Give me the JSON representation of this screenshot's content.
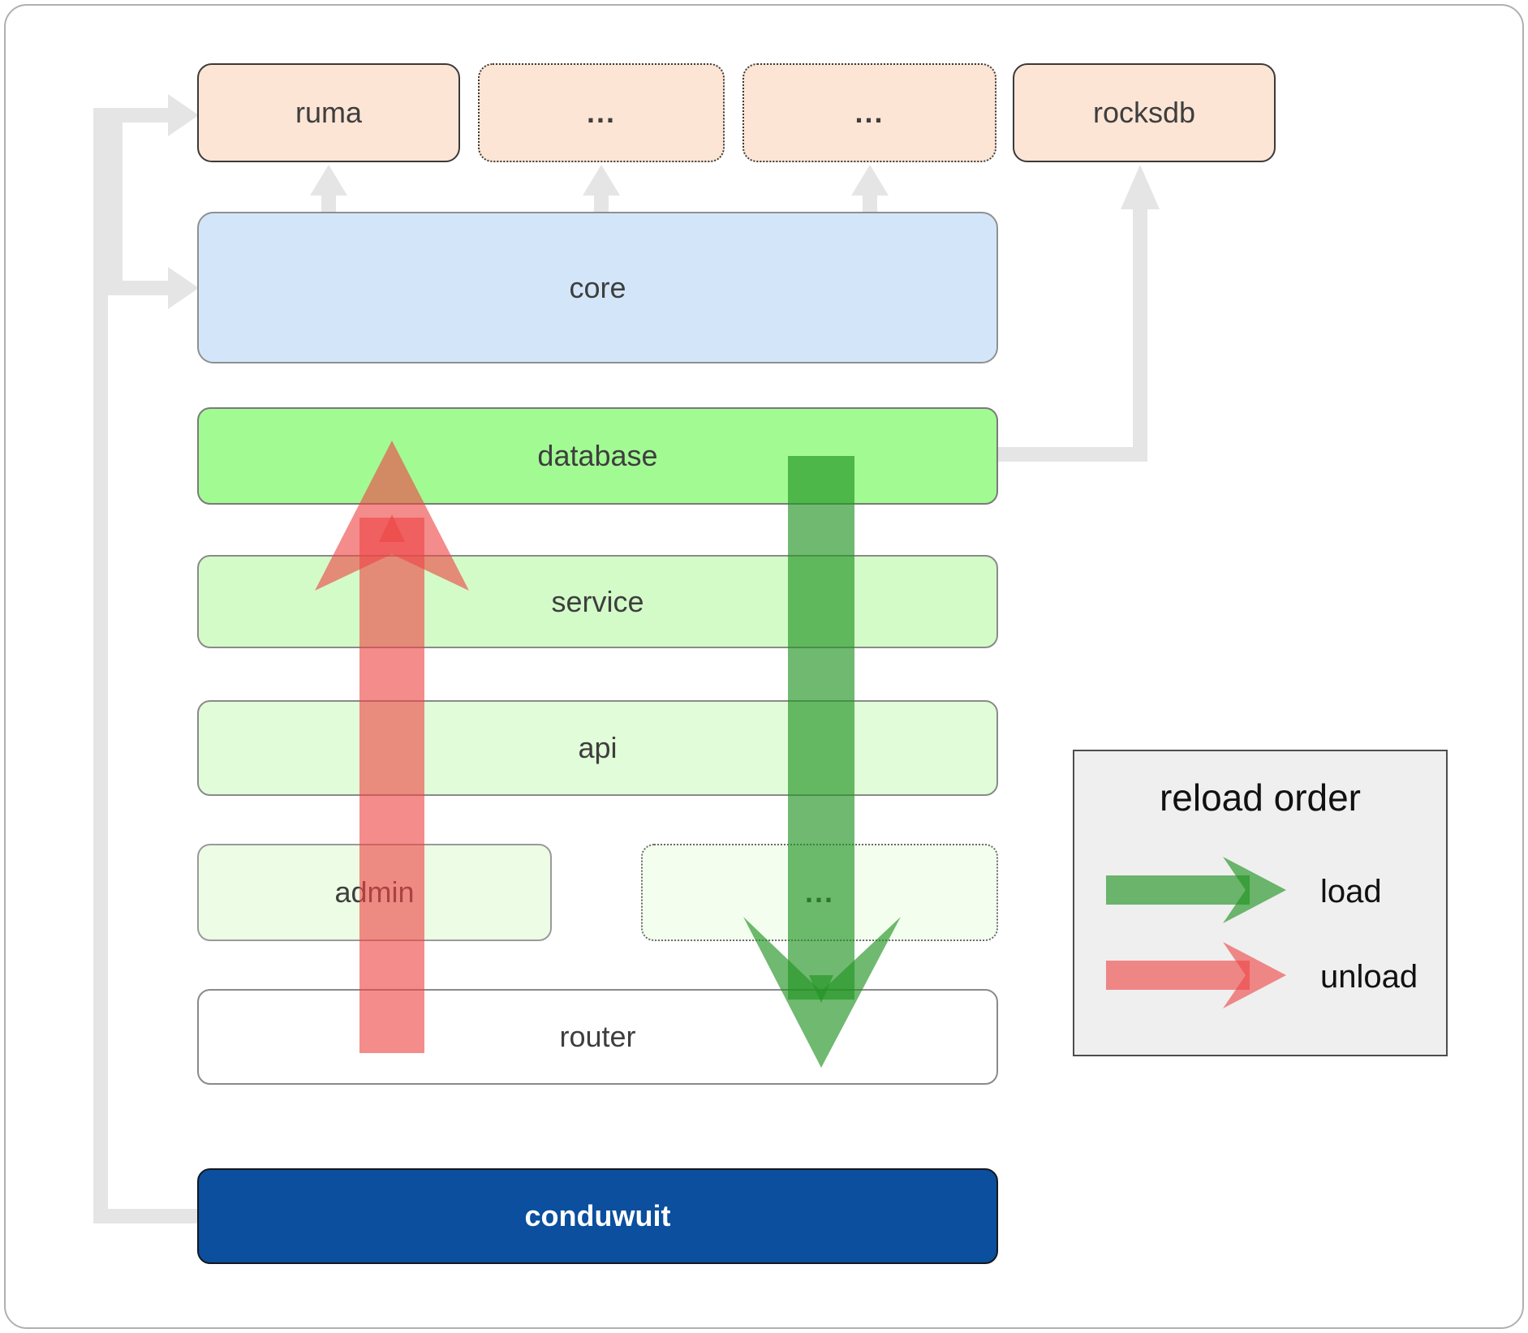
{
  "diagram": {
    "top_row": [
      {
        "label": "ruma",
        "style": "solid"
      },
      {
        "label": "...",
        "style": "dotted"
      },
      {
        "label": "...",
        "style": "dotted"
      },
      {
        "label": "rocksdb",
        "style": "solid"
      }
    ],
    "layers": [
      {
        "label": "core"
      },
      {
        "label": "database"
      },
      {
        "label": "service"
      },
      {
        "label": "api"
      }
    ],
    "admin_row": [
      {
        "label": "admin",
        "style": "solid"
      },
      {
        "label": "...",
        "style": "dotted"
      }
    ],
    "router": {
      "label": "router"
    },
    "app": {
      "label": "conduwuit"
    }
  },
  "legend": {
    "title": "reload order",
    "items": [
      {
        "label": "load",
        "color": "#229424"
      },
      {
        "label": "unload",
        "color": "#ee4646"
      }
    ]
  },
  "colors": {
    "load_arrow": "#229424",
    "unload_arrow": "#ee4646",
    "connector_gray": "#e5e5e5",
    "top_box_fill": "#fce5d5",
    "core_fill": "#d3e6f9",
    "database_fill": "#a2fa93",
    "service_fill": "#d3fbc8",
    "api_fill": "#e1fcd8",
    "admin_fill": "#ecfce5",
    "router_fill": "#ffffff",
    "app_fill": "#0b4f9e",
    "legend_bg": "#efefef"
  }
}
